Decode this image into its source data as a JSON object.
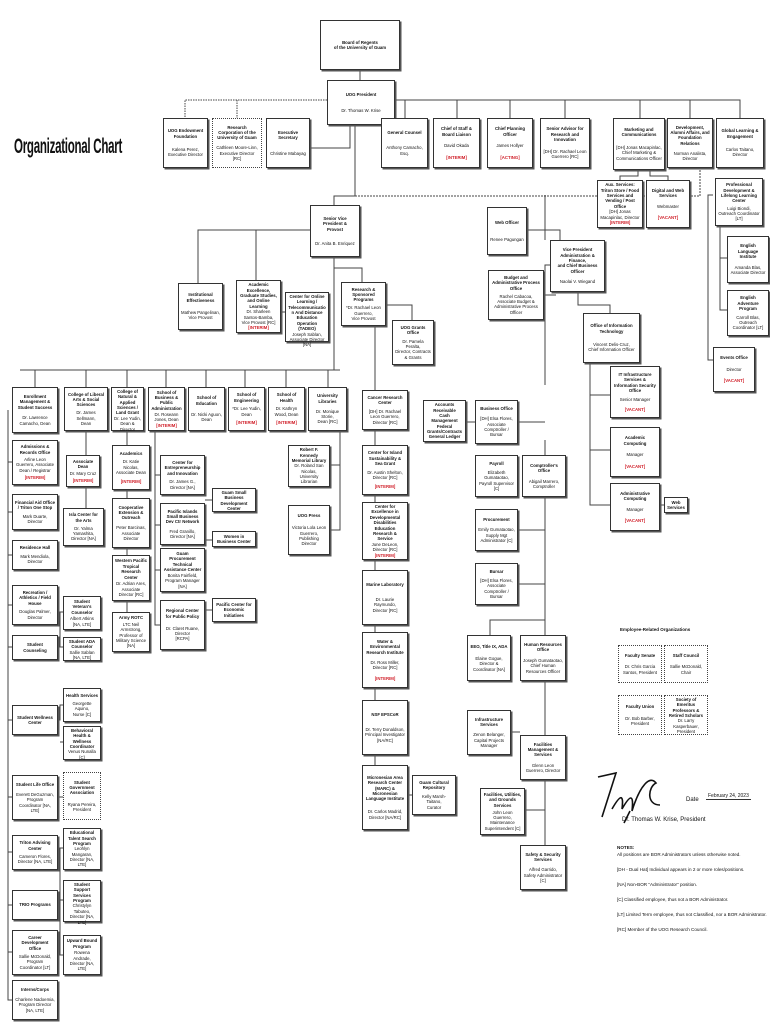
{
  "page_title": "Organizational Chart",
  "boxes": {
    "bor": {
      "t": "Board of Regents\nof the University of Guam"
    },
    "pres": {
      "t": "UOG President",
      "n": "Dr. Thomas W. Krise"
    },
    "endow": {
      "t": "UOG Endowment Foundation",
      "n": "Kalena Perez, Executive Director"
    },
    "rcug": {
      "t": "Research Corporation of the University of Guam",
      "n": "Cathleen Moore-Linn,\nExecutive Director [RC]"
    },
    "exsec": {
      "t": "Executive Secretary",
      "n": "Christine Mabayag"
    },
    "gc": {
      "t": "General Counsel",
      "n": "Anthony Camacho, Esq."
    },
    "cos": {
      "t": "Chief of Staff & Board Liaison",
      "n": "David Okada",
      "r": "[INTERIM]"
    },
    "cpo": {
      "t": "Chief Planning Officer",
      "n": "James Hollyer",
      "r": "[ACTING]"
    },
    "sari": {
      "t": "Senior Advisor for Research and Innovation",
      "n": "[DH] Dr. Rachael Leon Guerrero [RC]"
    },
    "mkt": {
      "t": "Marketing and Communications",
      "n": "[DH] Jonas Macapinlac, Chief Marketing & Communications Officer"
    },
    "dev": {
      "t": "Development, Alumni Affairs, and Foundation Relations",
      "n": "Norman Analista, Director"
    },
    "gle": {
      "t": "Global Learning & Engagement",
      "n": "Carlos Taitano, Director"
    },
    "aux": {
      "t": "Aux. Services: Triton Store / Food Services and Vending / Post Office",
      "n": "[DH] Jonas Macapinlac, Director",
      "r": "[INTERIM]"
    },
    "dws": {
      "t": "Digital and Web Services",
      "n": "Webmaster",
      "r": "[VACANT]"
    },
    "pdllc": {
      "t": "Professional Development & Lifelong Learning Center",
      "n": "Luigi Biondi,\nOutreach Coordinator [LT]"
    },
    "eli": {
      "t": "English Language Institute",
      "n": "Amanda Blas,\nAssociate Director"
    },
    "eap": {
      "t": "English Adventure Program",
      "n": "Carroll Blas,\nOutreach Coordinator [LT]"
    },
    "events": {
      "t": "Events Office",
      "n": "Director",
      "r": "[VACANT]"
    },
    "svp": {
      "t": "Senior Vice President &\nProvost",
      "n": "Dr. Anita B. Enriquez"
    },
    "ie": {
      "t": "Institutional Effectiveness",
      "n": "Mathew Pangelinan,\nVice Provost"
    },
    "aegs": {
      "t": "Academic Excellence, Graduate Studies, and Online Learning",
      "n": "Dr. Sharleen Santos-Bamba,\nVice Provost [RC]",
      "r": "[INTERIM]"
    },
    "tadeo": {
      "t": "Center for Online Learning / Telecommunication And Distance Education Operation (TADEO)",
      "n": "Joseph Sablan,\nAssociate Director [NA]"
    },
    "rsp": {
      "t": "Research & Sponsored Programs",
      "n": "*Dr. Rachael Leon Guerrero,\nVice Provost"
    },
    "grants": {
      "t": "UOG Grants Office",
      "n": "Dr. Pamela Peralta,\nDirector, Contracts & Grants"
    },
    "web": {
      "t": "Web Officer",
      "n": "Renee Pagungan"
    },
    "vpaf": {
      "t": "Vice President\nAdministration & Finance,\nand Chief Business Officer",
      "n": "Naolai V. Wiegand"
    },
    "bapo": {
      "t": "Budget and Administrative Process Office",
      "n": "Rachel Cabacoa, Associate Budget & Administrative Process Officer"
    },
    "oit": {
      "t": "Office of Information Technology",
      "n": "Vincent Delis-Cruz,\nChief Information Officer"
    },
    "itis": {
      "t": "IT Infrastructure Services & Information Security Office",
      "n": "Senior Manager",
      "r": "[VACANT]"
    },
    "acomp": {
      "t": "Academic Computing",
      "n": "Manager",
      "r": "[VACANT]"
    },
    "admcomp": {
      "t": "Administrative Computing",
      "n": "Manager",
      "r": "[VACANT]"
    },
    "websvc": {
      "t": "Web Services"
    },
    "emss": {
      "t": "Enrollment Management & Student Success",
      "n": "Dr. Lawrence Camacho, Dean"
    },
    "class": {
      "t": "College of Liberal Arts & Social Sciences",
      "n": "Dr. James Sellmann,\nDean"
    },
    "cnas": {
      "t": "College of Natural & Applied Sciences / Land Grant",
      "n": "Dr. Lee Yudin,\nDean & Director"
    },
    "sbpa": {
      "t": "School of Business & Public Administration",
      "n": "Dr. Roseann Jones, Dean",
      "r": "[INTERIM]"
    },
    "soe": {
      "t": "School of Education",
      "n": "Dr. Nicki Aguon, Dean"
    },
    "seng": {
      "t": "School of Engineering",
      "n": "*Dr. Lee Yudin, Dean",
      "r": "[INTERIM]"
    },
    "sh": {
      "t": "School of Health",
      "n": "Dr. Kathryn Wood, Dean",
      "r": "[INTERIM]"
    },
    "lib": {
      "t": "University Libraries",
      "n": "Dr. Monique Storie,\nDean [RC]"
    },
    "crc": {
      "t": "Cancer Research Center",
      "n": "[DH] Dr. Rachael Leon Guerrero,\nDirector [RC]"
    },
    "ar": {
      "t": "Accounts Receivable\nCash Management\nFederal Grants/Contracts\nGeneral Ledger"
    },
    "bus": {
      "t": "Business Office",
      "n": "[DH] Elsa Flores,\nAssociate Comptroller / Bursar"
    },
    "payroll": {
      "t": "Payroll",
      "n": "Elizabeth Gumataotao,\nPayroll Supervisor [C]"
    },
    "comp": {
      "t": "Comptroller's Office",
      "n": "Abigail Marrero,\nComptroller"
    },
    "proc": {
      "t": "Procurement",
      "n": "Emily Gumataotao,\nSupply Mgt Administrator [C]"
    },
    "bursar": {
      "t": "Bursar",
      "n": "[DH] Elsa Flores,\nAssociate Comptroller / Bursar"
    },
    "adm": {
      "t": "Admissions & Records Office",
      "n": "Arline Leon Guerrero, Associate Dean / Registrar",
      "r": "[INTERIM]"
    },
    "fao": {
      "t": "Financial Aid Office / Triton One Stop",
      "n": "Mark Duarte, Director"
    },
    "res": {
      "t": "Residence Hall",
      "n": "Mark Mendiola, Director"
    },
    "rec": {
      "t": "Recreation / Athletics / Field House",
      "n": "Douglas Palmer, Director"
    },
    "sc": {
      "t": "Student Counseling"
    },
    "swc": {
      "t": "Student Wellness Center"
    },
    "slo": {
      "t": "Student Life Office",
      "n": "Everett DeGuzman,\nProgram Coordinator [NA, LTE]"
    },
    "tac": {
      "t": "Triton Advising Center",
      "n": "Cameron Flores, Director [NA, LTE]"
    },
    "trio": {
      "t": "TRIO Programs"
    },
    "cdo": {
      "t": "Career Development Office",
      "n": "Sallie McDonald,\nProgram Coordinator [LT]"
    },
    "intern": {
      "t": "Interns/Corps",
      "n": "Charlene Nadoemia,\nProgram Director [NA, LTE]"
    },
    "svc": {
      "t": "Student Veteran's Counselor",
      "n": "Albert Atkins [NA, LTE]"
    },
    "sada": {
      "t": "Student ADA Counselor",
      "n": "Sallie Sablan [NA, LTE]"
    },
    "health": {
      "t": "Health Services",
      "n": "Georgette Aquino,\nNurse [C]"
    },
    "bhw": {
      "t": "Behavioral Health & Wellness Coordinator",
      "n": "Venus Nunalla [C]"
    },
    "sga": {
      "t": "Student Government Association",
      "n": "Ryana Pereira, President"
    },
    "ets": {
      "t": "Educational Talent Search Program",
      "n": "Leohlyn Mangaran,\nDirector [NA, LTE]"
    },
    "sss": {
      "t": "Student Support Services Program",
      "n": "Christylyn Tabuteo,\nDirector [NA, LTE]"
    },
    "ub": {
      "t": "Upward Bound Program",
      "n": "Rowena Andrade,\nDirector [NA, LTE]"
    },
    "assocdean": {
      "t": "Associate Dean",
      "n": "Dr. Mary Cruz",
      "r": "[INTERIM]"
    },
    "isla": {
      "t": "Isla Center for the Arts",
      "n": "Dr. Yalma Yamashita,\nDirector [NA]"
    },
    "acad": {
      "t": "Academics",
      "n": "Dr. Katie Nicolas,\nAssociate Dean",
      "r": "[INTERIM]"
    },
    "coop": {
      "t": "Cooperative Extension & Outreach",
      "n": "Peter Barcinas,\nAssociate Director"
    },
    "wptrc": {
      "t": "Western Pacific Tropical Research Center",
      "n": "Dr. Adrian Ares,\nAssociate Director [RC]"
    },
    "rotc": {
      "t": "Army ROTC",
      "n": "LTC Neil Armstrong,\nProfessor of Military Science\n[NA]"
    },
    "cei": {
      "t": "Center for Entrepreneurship and Innovation",
      "n": "Dr. James G., Director [NA]"
    },
    "pisbdc": {
      "t": "Pacific Islands Small Business Dev Ctr Network",
      "n": "Fred Granillo, Director [NA]"
    },
    "gptac": {
      "t": "Guam Procurement Technical Assistance Center",
      "n": "Bonita Fairfield,\nProgram Manager [NA]"
    },
    "rcpp": {
      "t": "Regional Center for Public Policy",
      "n": "Dr. Claret Ruane, Director\n[RCPA]"
    },
    "gsbdc": {
      "t": "Guam Small Business Development Center"
    },
    "wbc": {
      "t": "Women in Business Center"
    },
    "pcei": {
      "t": "Pacific Center for Economic Initiatives"
    },
    "rfk": {
      "t": "Robert F. Kennedy Memorial Library",
      "n": "Dr. Roland San Nicolas,\nUniversity Librarian"
    },
    "press": {
      "t": "UOG Press",
      "n": "Victoria Lola Leon Guerrero,\nPublishing Director"
    },
    "cis": {
      "t": "Center for Island Sustainability & Sea Grant",
      "n": "Dr. Austin Shelton, Director [RC]",
      "r": "[INTERIM]"
    },
    "cedders": {
      "t": "Center for Excellence in Developmental Disabilities Education Research & Service",
      "n": "June DeLeon, Director [RC]",
      "r": "[INTERIM]"
    },
    "marine": {
      "t": "Marine Laboratory",
      "n": "Dr. Laurie Raymundo,\nDirector [RC]"
    },
    "weri": {
      "t": "Water & Environmental Research Institute",
      "n": "Dr. Ross Miller,\nDirector [RC]",
      "r": "[INTERIM]"
    },
    "epscor": {
      "t": "NSF EPSCoR",
      "n": "Dr. Terry Donaldson,\nPrincipal Investigator [NA/RC]"
    },
    "marc": {
      "t": "Micronesian Area Research Center (MARC) & Micronesian Language Institute",
      "n": "Dr. Carlos Madrid,\nDirector [NA/RC]"
    },
    "gcr": {
      "t": "Guam Cultural Repository",
      "n": "Kelly Marsh-Taitano,\nCurator"
    },
    "eeo": {
      "t": "EEO, Title IX, ADA",
      "n": "Elaine Gogue,\nDirector & Coordinator [NA]"
    },
    "hr": {
      "t": "Human Resources Office",
      "n": "Joseph Gumataotao,\nChief Human Resources Officer"
    },
    "infra": {
      "t": "Infrastructure Services",
      "n": "Zenon Belanger,\nCapital Projects Manager"
    },
    "fms": {
      "t": "Facilities Management & Services",
      "n": "Glenn Leon Guerrero, Director"
    },
    "fugs": {
      "t": "Facilities, Utilities, and Grounds Services",
      "n": "John Leon Guerrero,\nMaintenance Superintendent [C]"
    },
    "safety": {
      "t": "Safety & Security Services",
      "n": "Alfred Garrido,\nSafety Administrator [C]"
    },
    "fs": {
      "t": "Faculty Senate",
      "n": "Dr. Chris Garcia Santos, President"
    },
    "staff": {
      "t": "Staff Council",
      "n": "Sallie McDonald, Chair"
    },
    "fu": {
      "t": "Faculty Union",
      "n": "Dr. Bob Barber, President"
    },
    "seprs": {
      "t": "Society of Emeritus Professors & Retired Scholars",
      "n": "Dr. Larry Kasperbauer, President"
    }
  },
  "employee_orgs_heading": "Employee-Related Organizations",
  "signature": {
    "name": "Dr. Thomas W. Krise, President",
    "date_label": "Date",
    "date": "February 24, 2023"
  },
  "notes": {
    "heading": "NOTES:",
    "items": [
      "All positions are BOR Administrators unless otherwise noted.",
      "[DH - Dual Hat] Individual appears in 2 or more roles/positions.",
      "[NA] Non-BOR \"Administrator\" position.",
      "[C] Classified employee, thus not a BOR Administrator.",
      "[LT] Limited Term employee, thus not Classified, nor a BOR Administrator.",
      "[RC] Member of the UOG Research Council."
    ]
  },
  "colors": {
    "tag_red": "#d0202a",
    "border": "#333333"
  }
}
